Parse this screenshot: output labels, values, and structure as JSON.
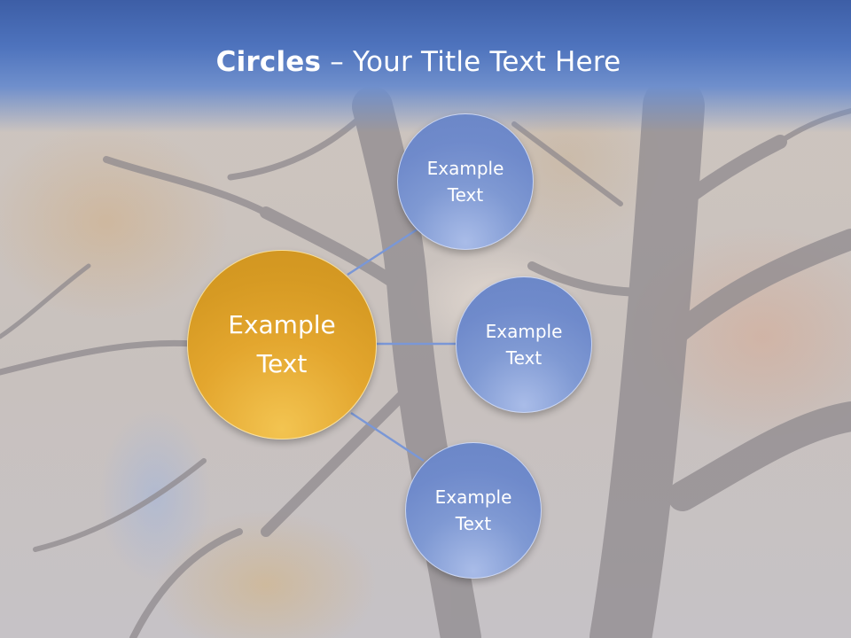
{
  "title": {
    "bold": "Circles",
    "rest": " – Your Title Text Here"
  },
  "center": {
    "label": "Example\nText",
    "color": "#E2A72F"
  },
  "satellites": [
    {
      "label": "Example\nText"
    },
    {
      "label": "Example\nText"
    },
    {
      "label": "Example\nText"
    }
  ],
  "colors": {
    "header": "#4A6DB8",
    "satellite": "#7F99D3",
    "connector": "#7A97D6"
  }
}
